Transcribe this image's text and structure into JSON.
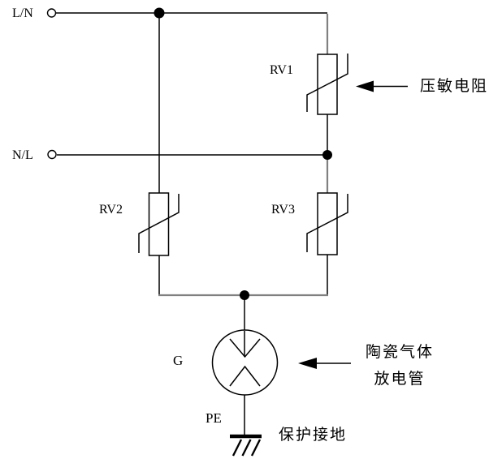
{
  "labels": {
    "line_top": "L/N",
    "line_bottom": "N/L",
    "rv1": "RV1",
    "rv2": "RV2",
    "rv3": "RV3",
    "gdt": "G",
    "pe": "PE"
  },
  "annotations": {
    "varistor": "压敏电阻",
    "gdt_line1": "陶瓷气体",
    "gdt_line2": "放电管",
    "protective_earth": "保护接地"
  },
  "colors": {
    "wire": "#000000",
    "wire_secondary": "#808080",
    "background": "#ffffff"
  }
}
